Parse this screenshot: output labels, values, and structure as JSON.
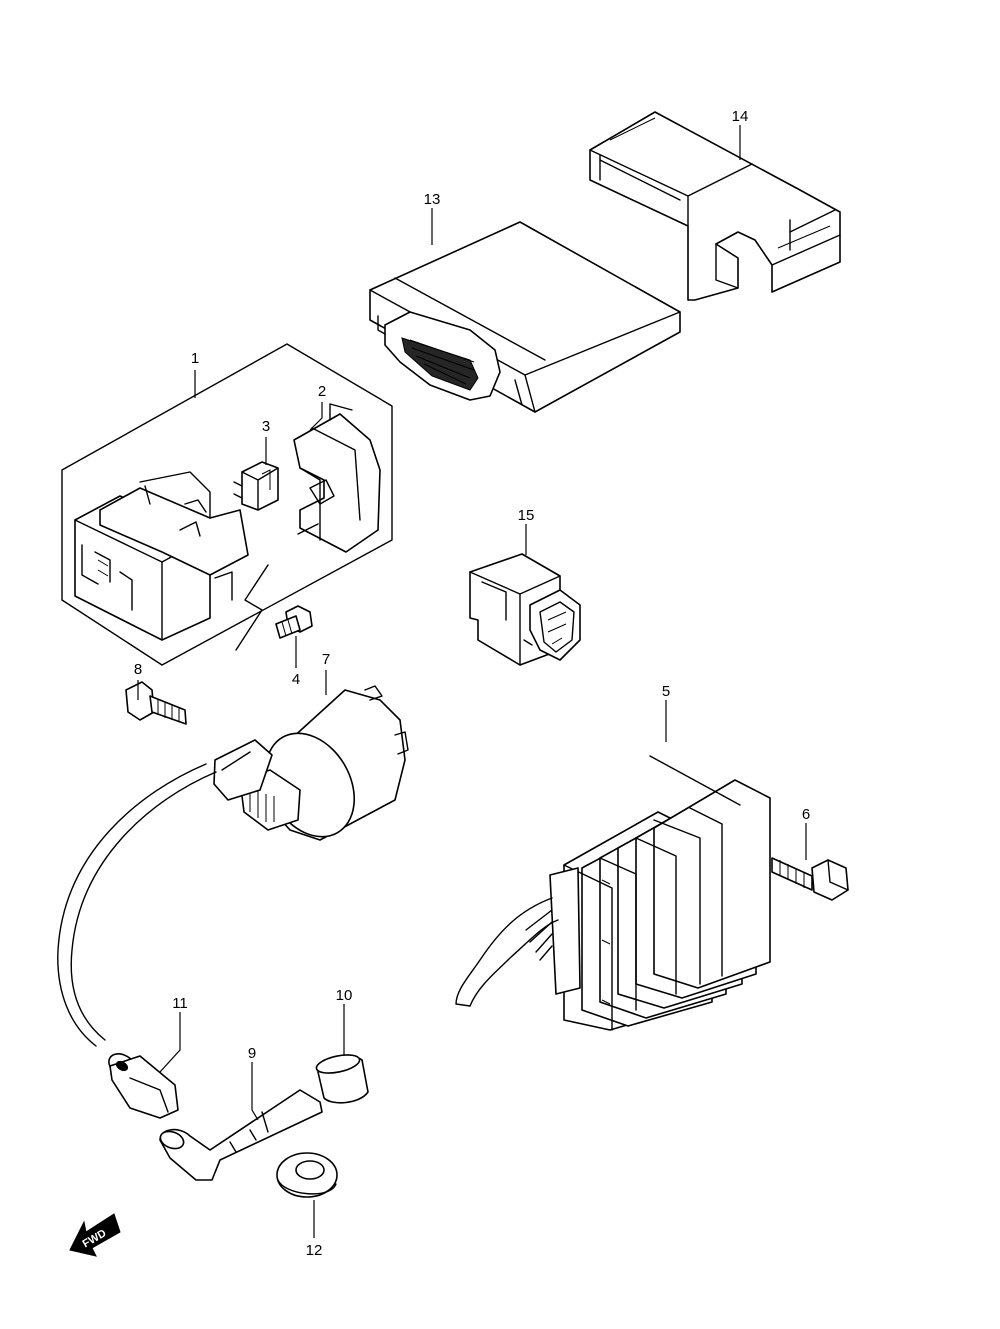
{
  "callouts": [
    {
      "id": "1",
      "label": "1"
    },
    {
      "id": "2",
      "label": "2"
    },
    {
      "id": "3",
      "label": "3"
    },
    {
      "id": "4",
      "label": "4"
    },
    {
      "id": "5",
      "label": "5"
    },
    {
      "id": "6",
      "label": "6"
    },
    {
      "id": "7",
      "label": "7"
    },
    {
      "id": "8",
      "label": "8"
    },
    {
      "id": "9",
      "label": "9"
    },
    {
      "id": "10",
      "label": "10"
    },
    {
      "id": "11",
      "label": "11"
    },
    {
      "id": "12",
      "label": "12"
    },
    {
      "id": "13",
      "label": "13"
    },
    {
      "id": "14",
      "label": "14"
    },
    {
      "id": "15",
      "label": "15"
    }
  ],
  "direction_marker": {
    "label": "FWD",
    "icon": "forward-arrow-icon"
  }
}
